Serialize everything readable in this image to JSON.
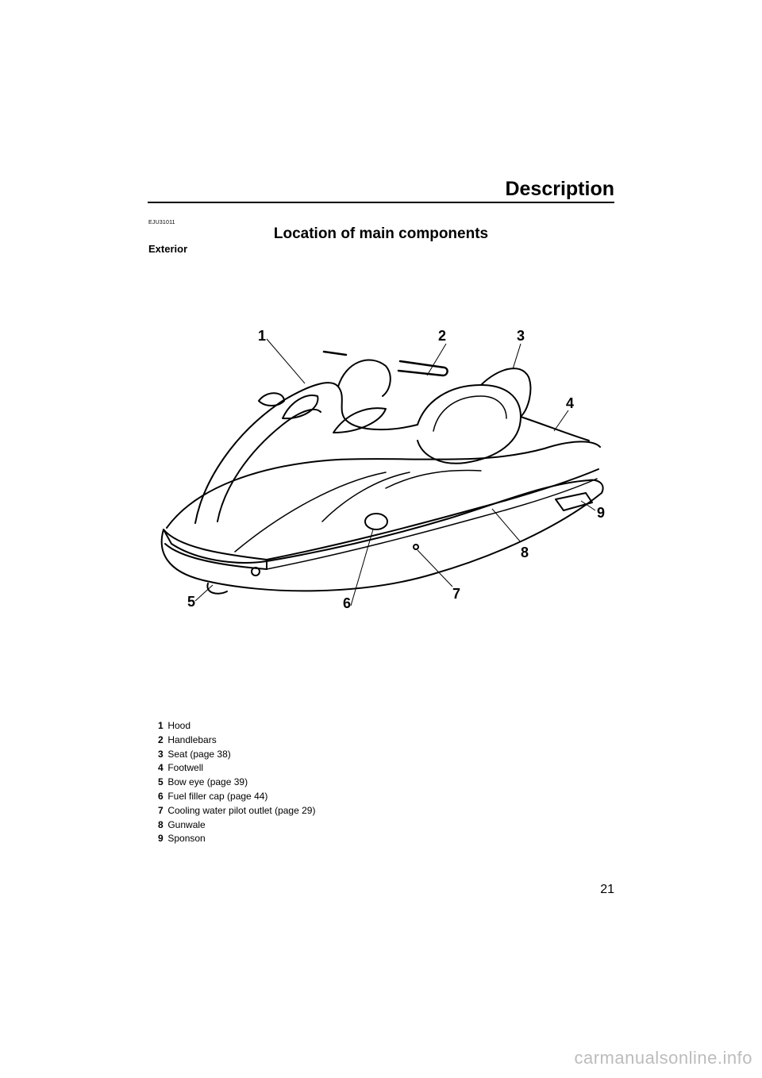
{
  "header": {
    "title": "Description"
  },
  "doc_code": "EJU31011",
  "section_title": "Location of main components",
  "subsection": "Exterior",
  "callouts": [
    "1",
    "2",
    "3",
    "4",
    "5",
    "6",
    "7",
    "8",
    "9"
  ],
  "legend": [
    {
      "num": "1",
      "label": "Hood"
    },
    {
      "num": "2",
      "label": "Handlebars"
    },
    {
      "num": "3",
      "label": "Seat (page 38)"
    },
    {
      "num": "4",
      "label": "Footwell"
    },
    {
      "num": "5",
      "label": "Bow eye (page 39)"
    },
    {
      "num": "6",
      "label": "Fuel filler cap (page 44)"
    },
    {
      "num": "7",
      "label": "Cooling water pilot outlet (page 29)"
    },
    {
      "num": "8",
      "label": "Gunwale"
    },
    {
      "num": "9",
      "label": "Sponson"
    }
  ],
  "page_number": "21",
  "watermark": "carmanualsonline.info"
}
